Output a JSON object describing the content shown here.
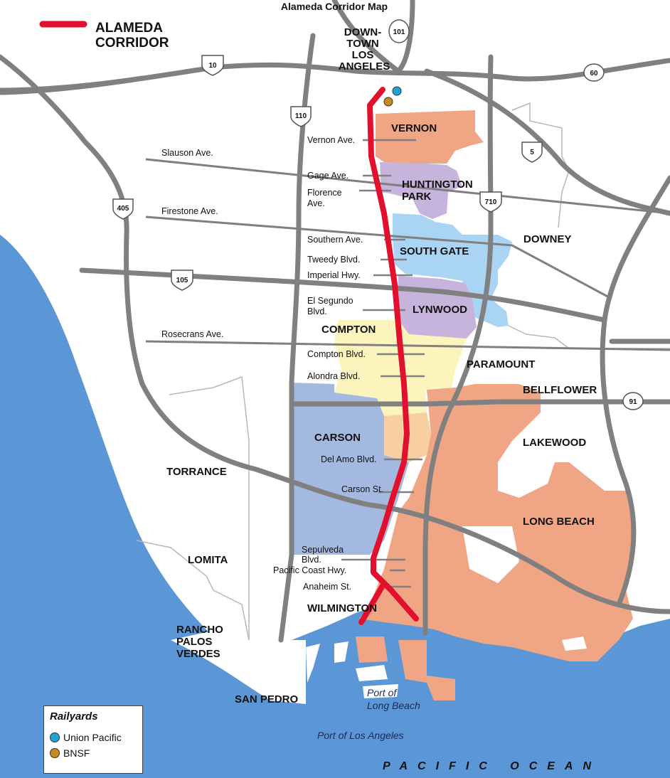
{
  "title": "Alameda Corridor Map",
  "legend_top": {
    "label_line1": "ALAMEDA",
    "label_line2": "CORRIDOR",
    "color": "#e3102d"
  },
  "colors": {
    "ocean": "#5b97d6",
    "road": "#808080",
    "corridor": "#e3102d",
    "vernon": "#f0a585",
    "huntington_park": "#c7b4dc",
    "south_gate": "#a9d4f3",
    "lynwood": "#c7b4dc",
    "compton": "#fbf5bd",
    "carson": "#a3b9df",
    "long_beach": "#f0a585",
    "orange_small": "#f7cfa1",
    "union_pacific": "#1ea3d6",
    "bnsf": "#c98a1e"
  },
  "downtown": {
    "l1": "DOWN-",
    "l2": "TOWN",
    "l3": "LOS",
    "l4": "ANGELES"
  },
  "highways": {
    "i10": "10",
    "i101": "101",
    "i60": "60",
    "i110": "110",
    "i5": "5",
    "i405": "405",
    "i710": "710",
    "i105": "105",
    "i91": "91"
  },
  "cities": {
    "vernon": "VERNON",
    "huntington_1": "HUNTINGTON",
    "huntington_2": "PARK",
    "downey": "DOWNEY",
    "south_gate": "SOUTH GATE",
    "lynwood": "LYNWOOD",
    "compton": "COMPTON",
    "paramount": "PARAMOUNT",
    "bellflower": "BELLFLOWER",
    "carson": "CARSON",
    "lakewood": "LAKEWOOD",
    "torrance": "TORRANCE",
    "long_beach": "LONG BEACH",
    "lomita": "LOMITA",
    "wilmington": "WILMINGTON",
    "rancho_1": "RANCHO",
    "rancho_2": "PALOS",
    "rancho_3": "VERDES",
    "san_pedro": "SAN PEDRO"
  },
  "streets": {
    "vernon_ave": "Vernon Ave.",
    "slauson": "Slauson Ave.",
    "gage": "Gage Ave.",
    "florence_1": "Florence",
    "florence_2": "Ave.",
    "firestone": "Firestone Ave.",
    "southern": "Southern Ave.",
    "tweedy": "Tweedy Blvd.",
    "imperial": "Imperial Hwy.",
    "el_segundo_1": "El Segundo",
    "el_segundo_2": "Blvd.",
    "rosecrans": "Rosecrans Ave.",
    "compton_blvd": "Compton Blvd.",
    "alondra": "Alondra Blvd.",
    "del_amo": "Del Amo Blvd.",
    "carson_st": "Carson St.",
    "sepulveda_1": "Sepulveda",
    "sepulveda_2": "Blvd.",
    "pch": "Pacific Coast Hwy.",
    "anaheim": "Anaheim St."
  },
  "ports": {
    "plb_1": "Port of",
    "plb_2": "Long Beach",
    "pla": "Port of Los Angeles"
  },
  "ocean_label": "PACIFIC OCEAN",
  "railyards": {
    "title": "Railyards",
    "items": [
      {
        "label": "Union Pacific",
        "color": "#1ea3d6"
      },
      {
        "label": "BNSF",
        "color": "#c98a1e"
      }
    ]
  }
}
